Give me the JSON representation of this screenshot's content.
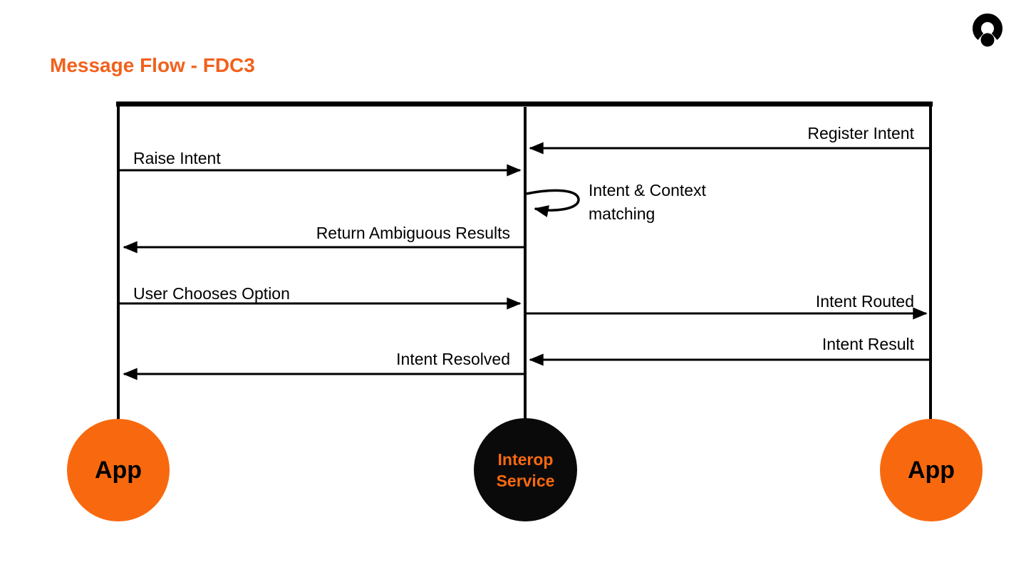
{
  "title": "Message Flow - FDC3",
  "logo_icon": "arch-with-dot-brand-mark",
  "colors": {
    "title_orange": "#F2611C",
    "actor_orange": "#F8690F",
    "interop_label_orange": "#F8690F",
    "interop_fill_black": "#0A0A0A",
    "line_black": "#000000",
    "background_white": "#FFFFFF"
  },
  "actors": [
    {
      "id": "app-left",
      "label": "App"
    },
    {
      "id": "interop-service",
      "label_line1": "Interop",
      "label_line2": "Service"
    },
    {
      "id": "app-right",
      "label": "App"
    }
  ],
  "messages": [
    {
      "label": "Register Intent",
      "from": "app-right",
      "to": "interop-service",
      "direction": "right-to-left"
    },
    {
      "label": "Raise Intent",
      "from": "app-left",
      "to": "interop-service",
      "direction": "left-to-right"
    },
    {
      "label_line1": "Intent & Context",
      "label_line2": "matching",
      "from": "interop-service",
      "to": "interop-service",
      "direction": "self-loop"
    },
    {
      "label": "Return Ambiguous Results",
      "from": "interop-service",
      "to": "app-left",
      "direction": "right-to-left"
    },
    {
      "label": "User Chooses Option",
      "from": "app-left",
      "to": "interop-service",
      "direction": "left-to-right"
    },
    {
      "label": "Intent Routed",
      "from": "interop-service",
      "to": "app-right",
      "direction": "left-to-right"
    },
    {
      "label": "Intent Result",
      "from": "app-right",
      "to": "interop-service",
      "direction": "right-to-left"
    },
    {
      "label": "Intent Resolved",
      "from": "interop-service",
      "to": "app-left",
      "direction": "right-to-left"
    }
  ]
}
